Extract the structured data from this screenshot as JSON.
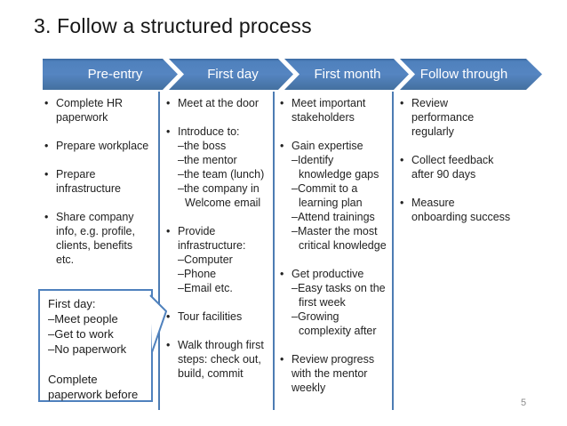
{
  "title": "3. Follow a structured process",
  "page_number": "5",
  "accent_color": "#4f81bd",
  "process_bar": {
    "stages": [
      {
        "label": "Pre-entry"
      },
      {
        "label": "First day"
      },
      {
        "label": "First month"
      },
      {
        "label": "Follow through"
      }
    ]
  },
  "columns": [
    {
      "stage": "Pre-entry",
      "items": [
        {
          "type": "bullet",
          "text": "Complete HR\npaperwork"
        },
        {
          "type": "bullet",
          "text": "Prepare workplace"
        },
        {
          "type": "bullet",
          "text": "Prepare\ninfrastructure"
        },
        {
          "type": "bullet",
          "text": "Share company\ninfo, e.g. profile,\nclients, benefits\netc."
        }
      ]
    },
    {
      "stage": "First day",
      "items": [
        {
          "type": "bullet",
          "text": "Meet at the door"
        },
        {
          "type": "bullet",
          "text": "Introduce to:"
        },
        {
          "type": "sub",
          "text": "–the boss"
        },
        {
          "type": "sub",
          "text": "–the mentor"
        },
        {
          "type": "sub",
          "text": "–the team (lunch)"
        },
        {
          "type": "sub",
          "text": "–the company in\nWelcome email"
        },
        {
          "type": "bullet",
          "text": "Provide\ninfrastructure:"
        },
        {
          "type": "sub",
          "text": "–Computer"
        },
        {
          "type": "sub",
          "text": "–Phone"
        },
        {
          "type": "sub",
          "text": "–Email etc."
        },
        {
          "type": "bullet",
          "text": "Tour facilities"
        },
        {
          "type": "bullet",
          "text": "Walk through first\nsteps: check out,\nbuild, commit"
        }
      ]
    },
    {
      "stage": "First month",
      "items": [
        {
          "type": "bullet",
          "text": "Meet important\nstakeholders"
        },
        {
          "type": "bullet",
          "text": "Gain expertise"
        },
        {
          "type": "sub",
          "text": "–Identify\nknowledge gaps"
        },
        {
          "type": "sub",
          "text": "–Commit to a\nlearning plan"
        },
        {
          "type": "sub",
          "text": "–Attend trainings"
        },
        {
          "type": "sub",
          "text": "–Master the most\ncritical knowledge"
        },
        {
          "type": "bullet",
          "text": "Get productive"
        },
        {
          "type": "sub",
          "text": "–Easy tasks on the\nfirst week"
        },
        {
          "type": "sub",
          "text": "–Growing\ncomplexity after"
        },
        {
          "type": "bullet",
          "text": "Review progress\nwith the mentor\nweekly"
        }
      ]
    },
    {
      "stage": "Follow through",
      "items": [
        {
          "type": "bullet",
          "text": "Review\nperformance\nregularly"
        },
        {
          "type": "bullet",
          "text": "Collect feedback\nafter 90 days"
        },
        {
          "type": "bullet",
          "text": "Measure\nonboarding success"
        }
      ]
    }
  ],
  "callout": {
    "lines": [
      "First day:",
      "–Meet people",
      "–Get to work",
      "–No paperwork",
      "",
      "Complete\npaperwork before"
    ]
  }
}
